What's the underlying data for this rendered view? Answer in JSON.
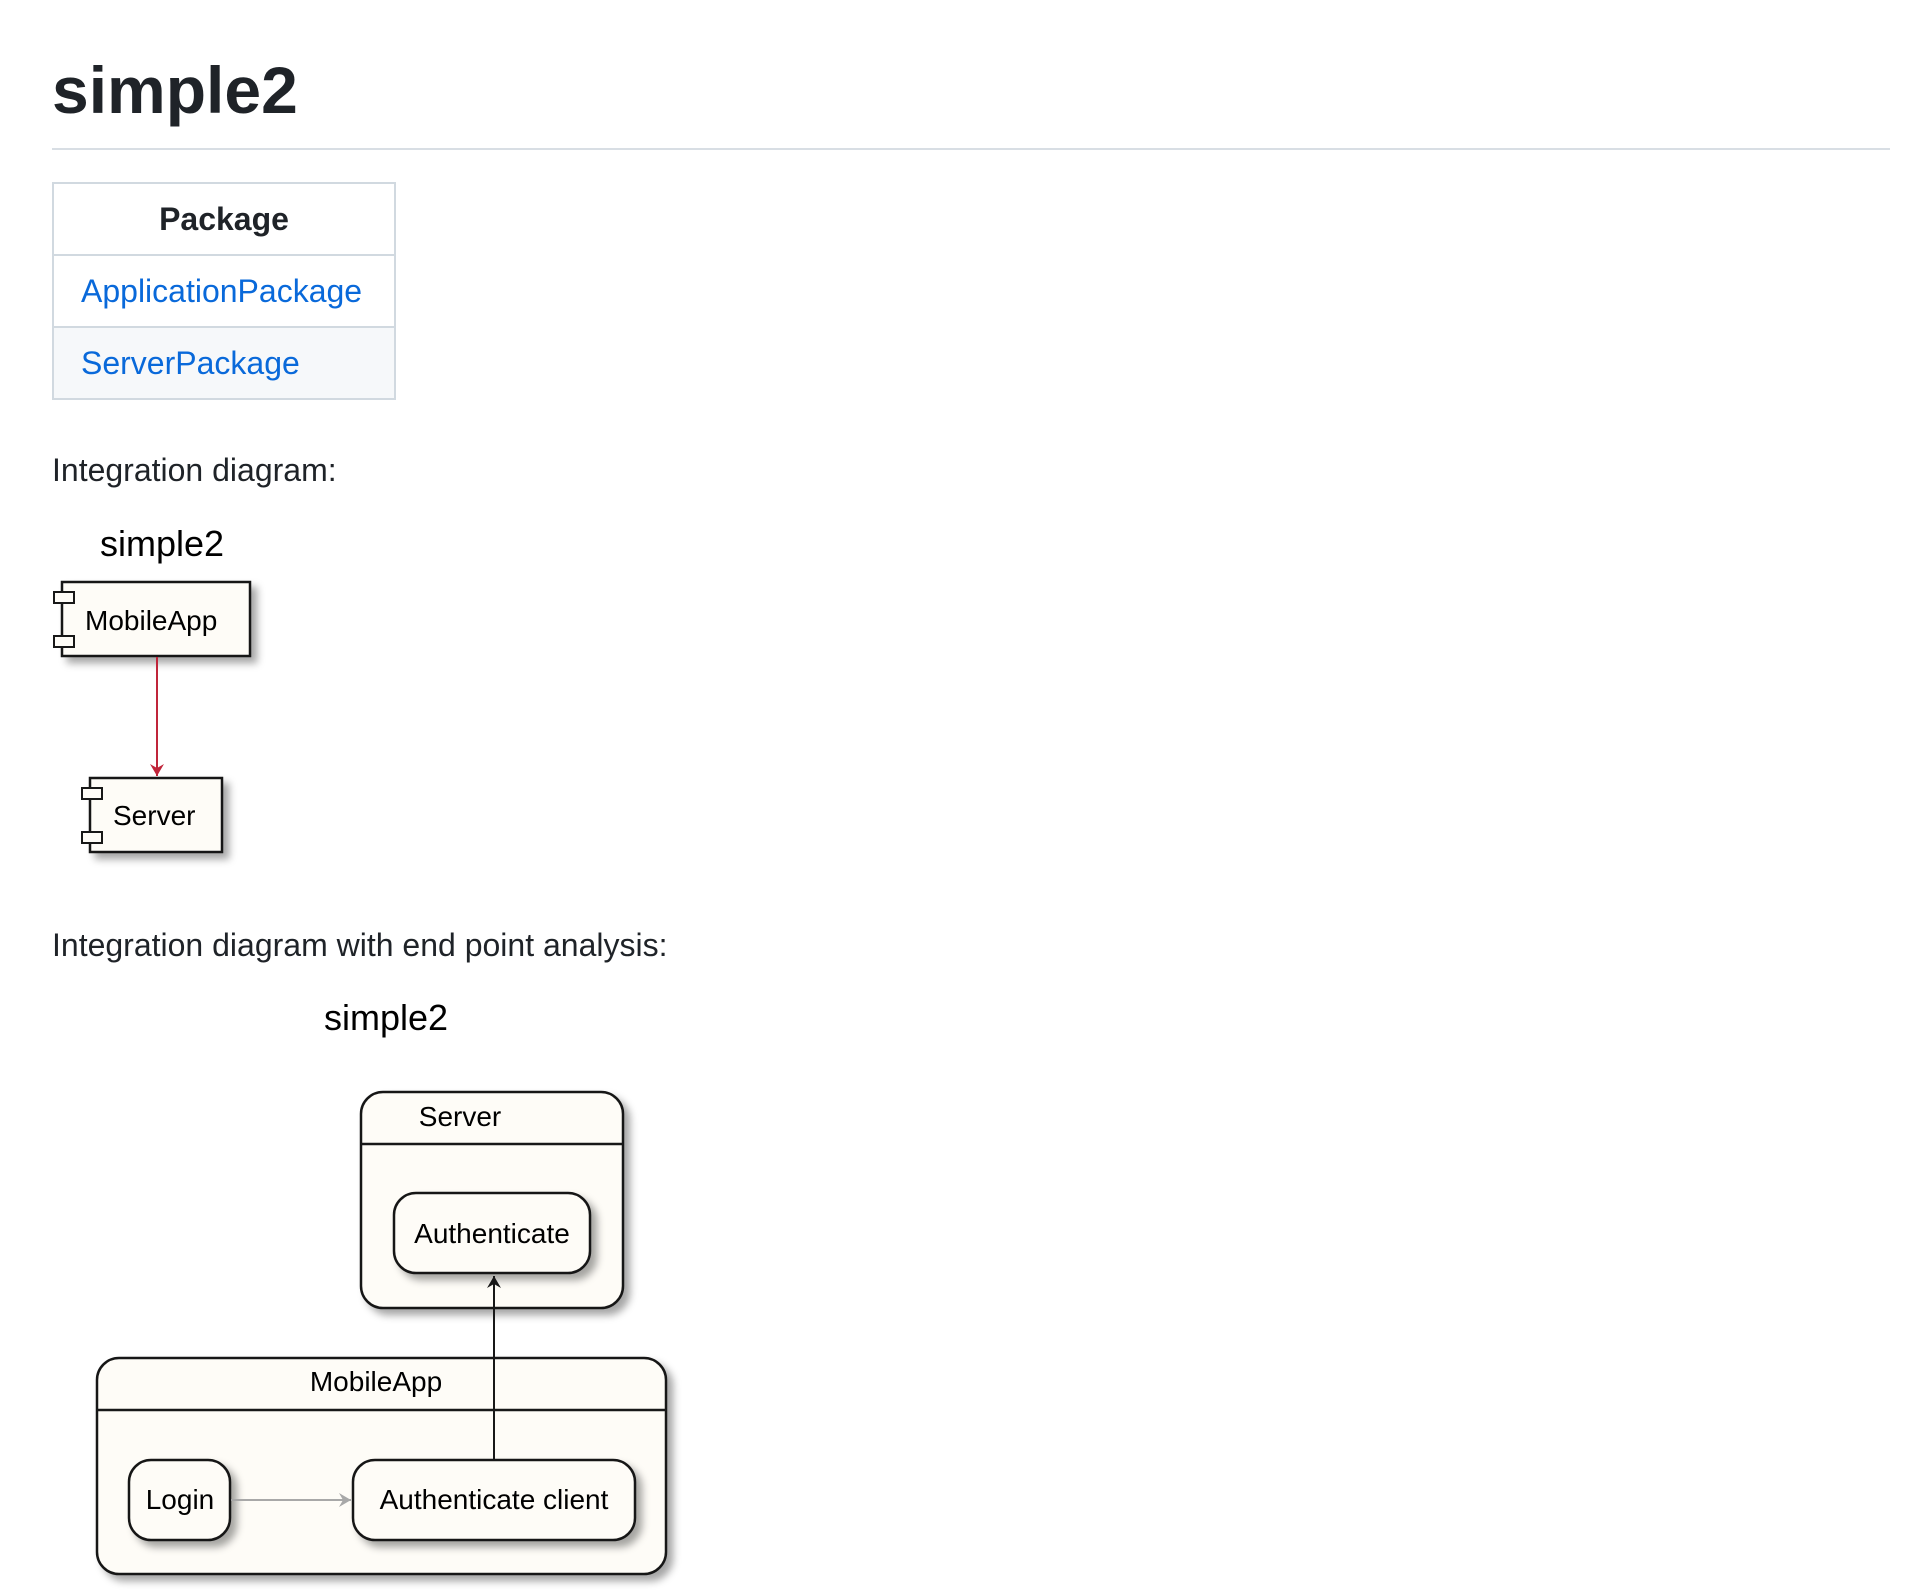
{
  "page": {
    "title": "simple2"
  },
  "package_table": {
    "header": "Package",
    "rows": [
      {
        "label": "ApplicationPackage"
      },
      {
        "label": "ServerPackage"
      }
    ]
  },
  "sections": {
    "integration_label": "Integration diagram:",
    "endpoint_label": "Integration diagram with end point analysis:"
  },
  "diagram1": {
    "title": "simple2",
    "components": [
      "MobileApp",
      "Server"
    ],
    "edge_color": "#c0253a"
  },
  "diagram2": {
    "title": "simple2",
    "server_group": {
      "label": "Server",
      "states": [
        "Authenticate"
      ]
    },
    "mobile_group": {
      "label": "MobileApp",
      "states": [
        "Login",
        "Authenticate client"
      ]
    }
  },
  "colors": {
    "link": "#0969da",
    "node_fill": "#fefcf7",
    "node_border": "#181818"
  }
}
